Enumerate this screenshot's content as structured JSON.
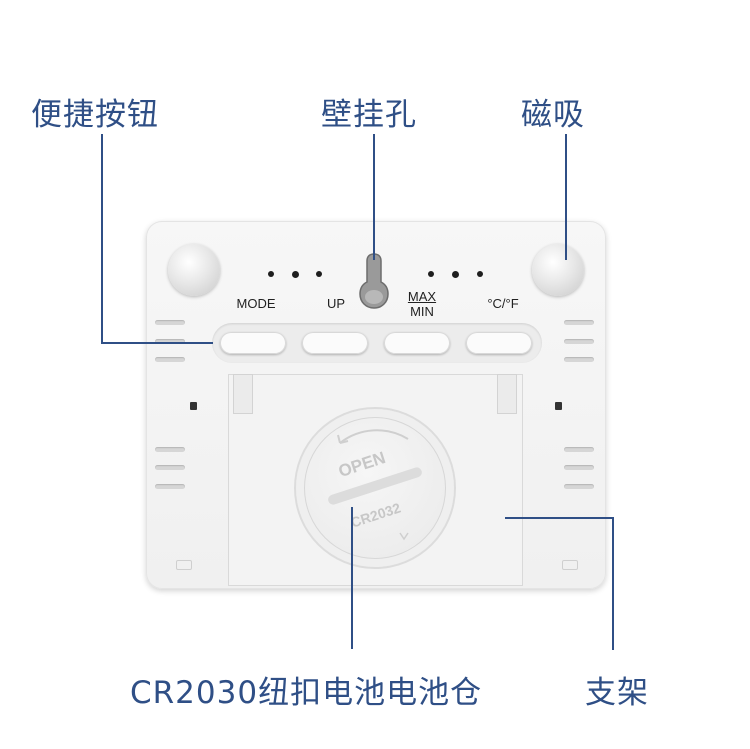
{
  "callouts": {
    "buttons": "便捷按钮",
    "wall_hole": "壁挂孔",
    "magnet": "磁吸",
    "battery": "CR2030纽扣电池电池仓",
    "stand": "支架"
  },
  "device": {
    "keys": [
      "MODE",
      "UP",
      "MAX",
      "MIN",
      "°C/°F"
    ],
    "battery_cover": {
      "open": "OPEN",
      "model": "CR2032"
    }
  },
  "colors": {
    "callout": "#2f4f86",
    "device_body": "#f2f2f2"
  }
}
